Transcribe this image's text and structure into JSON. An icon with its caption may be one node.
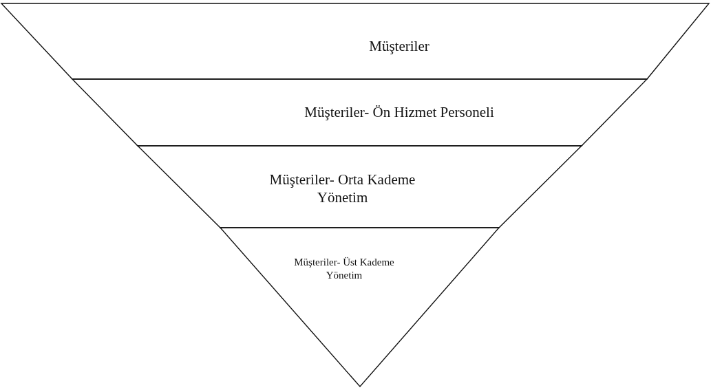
{
  "diagram": {
    "nodes": [
      {
        "text": [
          "Müşteriler"
        ]
      },
      {
        "text": [
          "Müşteriler- Ön Hizmet Personeli"
        ]
      },
      {
        "text": [
          "Müşteriler- Orta Kademe Yönetim"
        ]
      },
      {
        "text": [
          "Müşteriler- Üst Kademe Yönetim"
        ]
      }
    ]
  }
}
